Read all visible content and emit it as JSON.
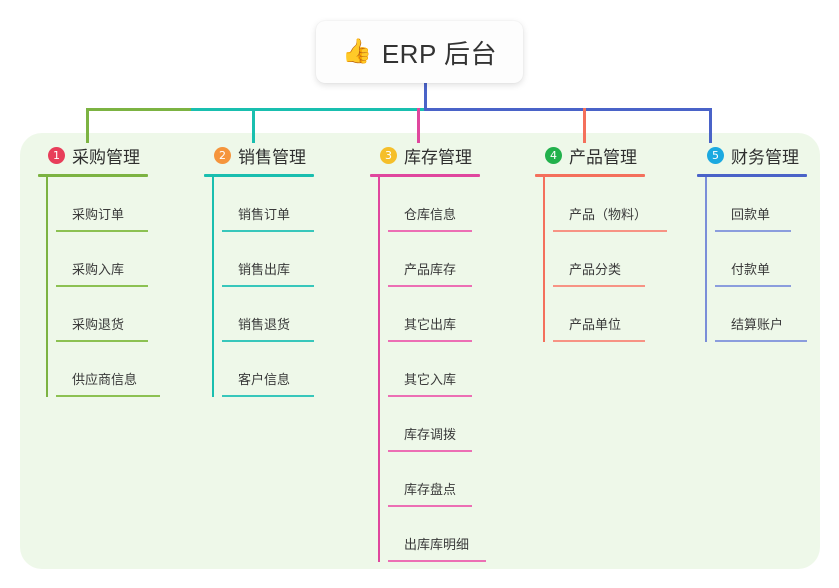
{
  "diagram": {
    "type": "mind-map",
    "root": {
      "icon": "thumbs-up-emoji",
      "icon_glyph": "👍",
      "title": "ERP 后台"
    },
    "panel_color": "#eef8e9",
    "branches": [
      {
        "number": "1",
        "title": "采购管理",
        "badge_color": "#e83e5a",
        "line_color": "#7cb342",
        "connector_color": "#7cb342",
        "items": [
          "采购订单",
          "采购入库",
          "采购退货",
          "供应商信息"
        ]
      },
      {
        "number": "2",
        "title": "销售管理",
        "badge_color": "#f5953c",
        "line_color": "#19bfaf",
        "connector_color": "#19bfaf",
        "items": [
          "销售订单",
          "销售出库",
          "销售退货",
          "客户信息"
        ]
      },
      {
        "number": "3",
        "title": "库存管理",
        "badge_color": "#f5bf2a",
        "line_color": "#e0479e",
        "connector_color": "#e0479e",
        "items": [
          "仓库信息",
          "产品库存",
          "其它出库",
          "其它入库",
          "库存调拨",
          "库存盘点",
          "出库库明细"
        ]
      },
      {
        "number": "4",
        "title": "产品管理",
        "badge_color": "#22b14c",
        "line_color": "#f4705c",
        "connector_color": "#f4705c",
        "items": [
          "产品（物料）",
          "产品分类",
          "产品单位"
        ]
      },
      {
        "number": "5",
        "title": "财务管理",
        "badge_color": "#1ba9e0",
        "line_color": "#4a63c8",
        "connector_color": "#4a63c8",
        "items": [
          "回款单",
          "付款单",
          "结算账户"
        ]
      }
    ],
    "bus": {
      "stem_color": "#4a63c8",
      "segment_colors": [
        "#7cb342",
        "#19bfaf",
        "#4a63c8",
        "#4a63c8"
      ]
    }
  }
}
